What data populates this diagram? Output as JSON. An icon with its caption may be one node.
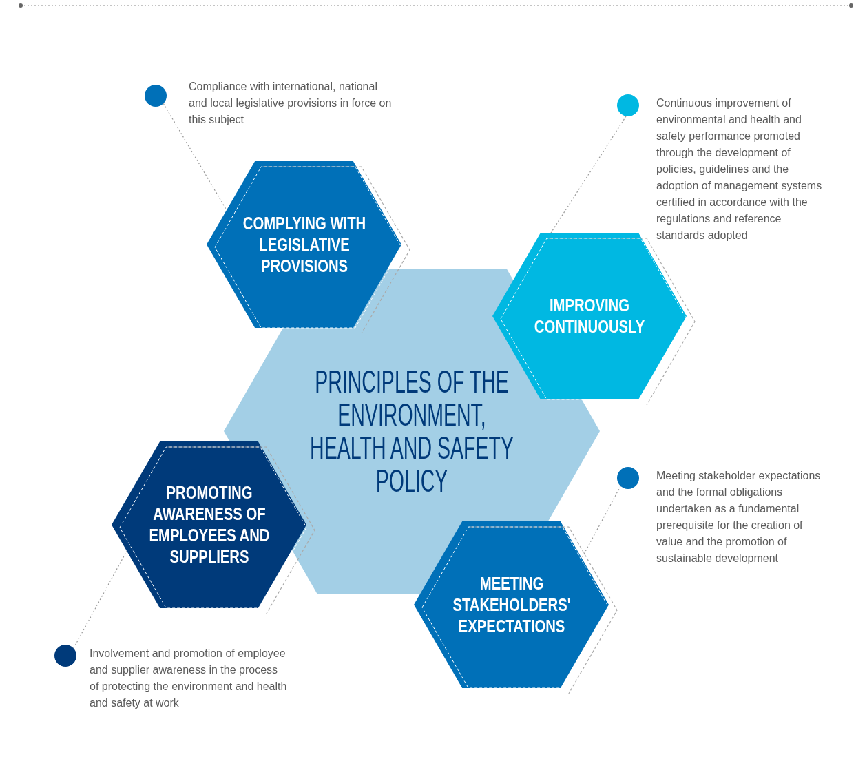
{
  "diagram": {
    "nodes": [
      {
        "text": [
          "Compliance with international, national and local legislative provisions in force on this subject"
        ]
      },
      {
        "text": [
          "COMPLYING WITH LEGISLATIVE PROVISIONS"
        ]
      },
      {
        "text": [
          "Continuous improvement of environmental and health and safety performance promoted through the development of policies, guidelines and the adoption of management systems certified in accordance with the regulations and reference standards adopted"
        ]
      },
      {
        "text": [
          "IMPROVING CONTINUOUSLY"
        ]
      },
      {
        "text": [
          "PRINCIPLES OF THE ENVIRONMENT, HEALTH AND SAFETY POLICY"
        ]
      },
      {
        "text": [
          "PROMOTING AWARENESS OF EMPLOYEES AND SUPPLIERS"
        ]
      },
      {
        "text": [
          "Meeting stakeholder expectations and the formal obligations undertaken as a fundamental prerequisite for the creation of value and the promotion of sustainable development"
        ]
      },
      {
        "text": [
          "MEETING STAKEHOLDERS' EXPECTATIONS"
        ]
      },
      {
        "text": [
          "Involvement and promotion of employee and supplier awareness in the process of protecting the environment and health and safety at work"
        ]
      }
    ],
    "edges": [
      {
        "from": 0,
        "to": 1,
        "arrow": "none"
      },
      {
        "from": 2,
        "to": 3,
        "arrow": "none"
      },
      {
        "from": 6,
        "to": 7,
        "arrow": "none"
      },
      {
        "from": 8,
        "to": 5,
        "arrow": "none"
      }
    ]
  }
}
